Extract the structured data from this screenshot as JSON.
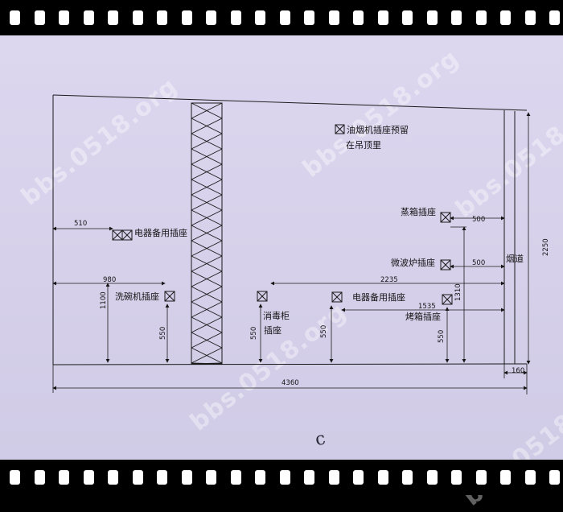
{
  "watermark": {
    "text": "bbs.0518.org"
  },
  "labels": {
    "hood_socket_line1": "油烟机插座预留",
    "hood_socket_line2": "在吊顶里",
    "steamer_socket": "蒸箱插座",
    "microwave_socket": "微波炉插座",
    "flue": "烟道",
    "appliance_spare_left": "电器备用插座",
    "dishwasher_socket": "洗碗机插座",
    "sterilizer_line1": "消毒柜",
    "sterilizer_line2": "插座",
    "appliance_spare_right": "电器备用插座",
    "oven_socket": "烤箱插座"
  },
  "dimensions": {
    "d510": "510",
    "d980": "980",
    "d1100": "1100",
    "d550_dishwasher": "550",
    "d550_sterilizer": "550",
    "d550_spare": "550",
    "d550_oven": "550",
    "d500_steamer": "500",
    "d500_microwave": "500",
    "d2235": "2235",
    "d1535": "1535",
    "d1310": "1310",
    "d2250": "2250",
    "d4360": "4360",
    "d160": "160"
  },
  "handwriting": "c"
}
